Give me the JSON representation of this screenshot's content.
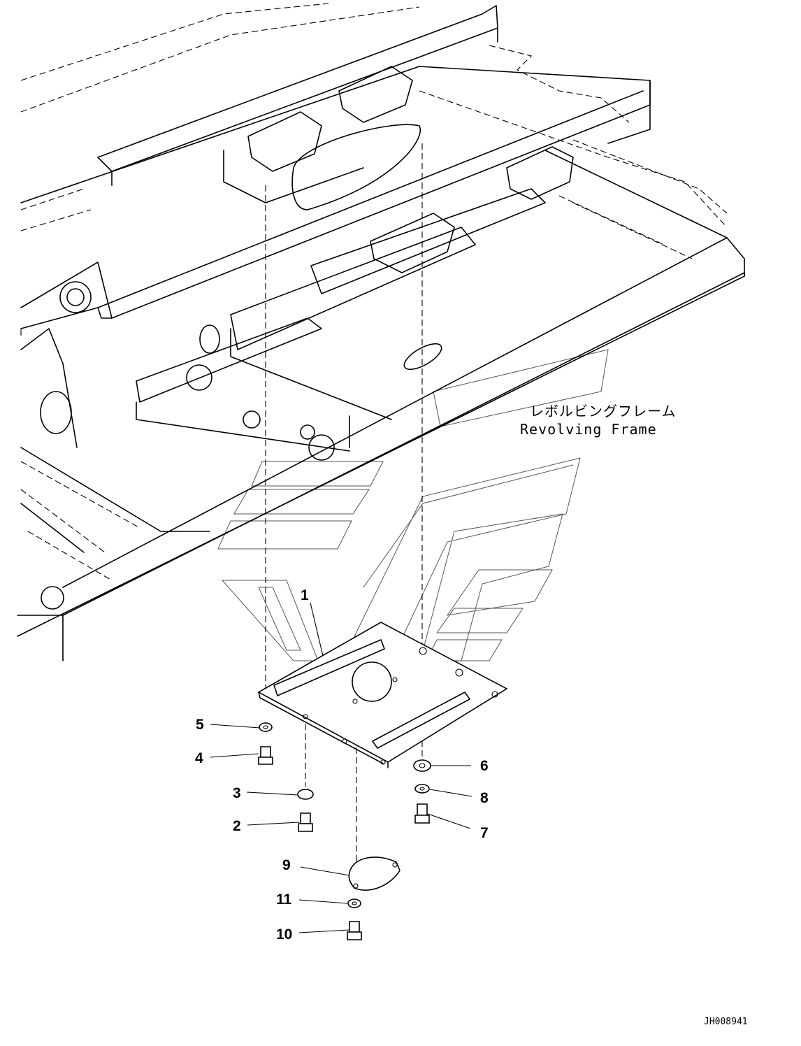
{
  "frame_label_jp": "レボルビングフレーム",
  "frame_label_en": "Revolving Frame",
  "drawing_code": "JH008941",
  "callouts": [
    {
      "id": "1",
      "label": "1"
    },
    {
      "id": "2",
      "label": "2"
    },
    {
      "id": "3",
      "label": "3"
    },
    {
      "id": "4",
      "label": "4"
    },
    {
      "id": "5",
      "label": "5"
    },
    {
      "id": "6",
      "label": "6"
    },
    {
      "id": "7",
      "label": "7"
    },
    {
      "id": "8",
      "label": "8"
    },
    {
      "id": "9",
      "label": "9"
    },
    {
      "id": "10",
      "label": "10"
    },
    {
      "id": "11",
      "label": "11"
    }
  ]
}
